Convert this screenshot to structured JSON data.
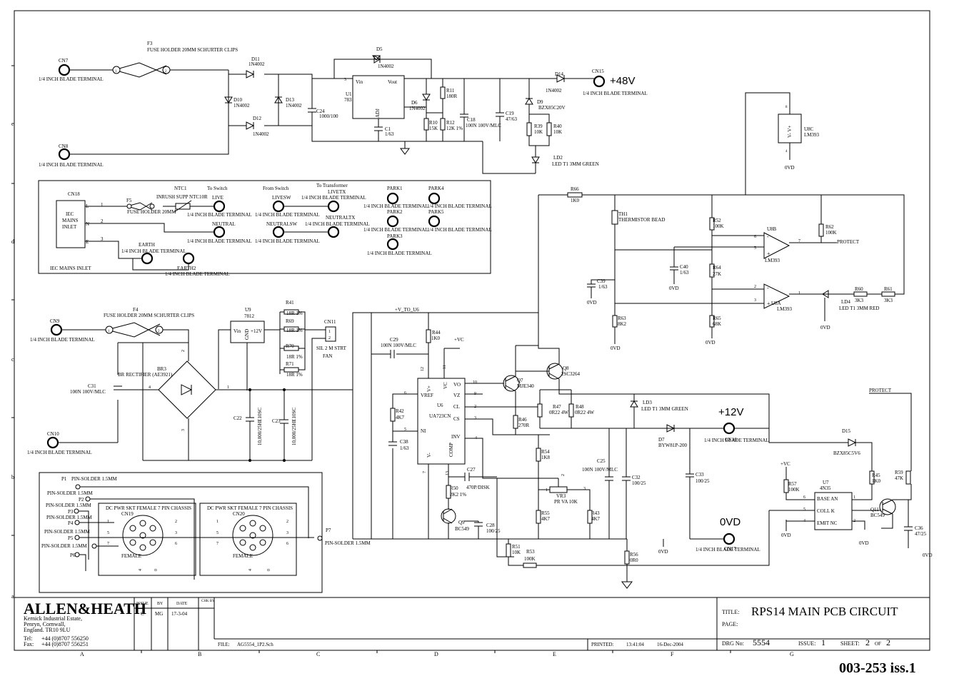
{
  "sheet": {
    "row_labels": [
      "e",
      "d",
      "c",
      "b",
      "a"
    ],
    "col_labels": [
      "A",
      "B",
      "C",
      "D",
      "E",
      "F",
      "G"
    ]
  },
  "terminals": {
    "cn7": {
      "ref": "CN7",
      "desc": "1/4 INCH BLADE TERMINAL"
    },
    "cn8": {
      "ref": "CN8",
      "desc": "1/4 INCH BLADE TERMINAL"
    },
    "cn9": {
      "ref": "CN9",
      "desc": "1/4 INCH BLADE TERMINAL"
    },
    "cn10": {
      "ref": "CN10",
      "desc": "1/4 INCH BLADE TERMINAL"
    },
    "cn15": {
      "ref": "CN15",
      "desc": "1/4 INCH BLADE TERMINAL",
      "rail": "+48V"
    },
    "cn16": {
      "ref": "CN16",
      "desc": "1/4 INCH BLADE TERMINAL",
      "rail": "+12V"
    },
    "cn17": {
      "ref": "CN17",
      "desc": "1/4 INCH BLADE TERMINAL",
      "rail": "0VD"
    }
  },
  "mains_box": {
    "cn18": "CN18",
    "inlet": [
      "IEC",
      "MAINS",
      "INLET"
    ],
    "inlet_caption": "IEC MAINS INLET",
    "pins": [
      "L",
      "N",
      "E",
      "1",
      "2",
      "3"
    ],
    "f5": "F5",
    "f5_desc": "FUSE HOLDER 20MM",
    "ntc1": "NTC1",
    "ntc1_desc": "INRUSH SUPP NTC10R",
    "to_switch": "To Switch",
    "from_switch": "From Switch",
    "to_transformer": "To Transformer",
    "live": "LIVE",
    "neutral": "NEUTRAL",
    "livesw": "LIVESW",
    "neutralsw": "NEUTRALSW",
    "livetx": "LIVETX",
    "neutraltx": "NEUTRALTX",
    "earth": "EARTH",
    "earth2": "EARTH2",
    "park": [
      "PARK1",
      "PARK2",
      "PARK3",
      "PARK4",
      "PARK5"
    ],
    "blade": "1/4 INCH BLADE TERMINAL"
  },
  "labels": {
    "f3": "F3",
    "f3_desc": "FUSE HOLDER 20MM SCHURTER CLIPS",
    "f4": "F4",
    "f4_desc": "FUSE HOLDER 20MM SCHURTER CLIPS",
    "d11": "D11",
    "d10": "D10",
    "d12": "D12",
    "d13": "D13",
    "d5": "D5",
    "d6": "D6",
    "d14": "D14",
    "n4002": "1N4002",
    "c24": "C24",
    "c24v": "1000/100",
    "u1": "U1",
    "u1v": "783",
    "vin": "Vin",
    "vout": "Vout",
    "adj": "ADJ",
    "c1": "C1",
    "c1v": "1/63",
    "r11": "R11",
    "r11v": "180R",
    "r10": "R10",
    "r10v": "15K",
    "r12": "R12",
    "r12v": "12K 1%",
    "c18": "C18",
    "c18v": "100N 100V/MLC",
    "c19": "C19",
    "c19v": "47/63",
    "d9": "D9",
    "d9v": "BZX85C20V",
    "r39": "R39",
    "r39v": "10K",
    "r40": "R40",
    "r40v": "10K",
    "ld2": "LD2",
    "ld2v": "LED T1 3MM GREEN",
    "u8c": "U8C",
    "lm393": "LM393",
    "vneg_vpos": "V-  V+",
    "p8": "8",
    "p4": "4",
    "ovd": "0VD",
    "r66": "R66",
    "r66v": "1K0",
    "th1": "TH1",
    "th1v": "THERMISTOR BEAD",
    "r52": "R52",
    "r52v": "100K",
    "r62": "R62",
    "r62v": "100K",
    "u8b": "U8B",
    "protect": "PROTECT",
    "c40": "C40",
    "c40v": "1/63",
    "c39": "C39",
    "c39v": "1/63",
    "r64": "R64",
    "r64v": "27K",
    "r63": "R63",
    "r63v": "8K2",
    "r65": "R65",
    "r65v": "68K",
    "u8a": "U8A",
    "ld4": "LD4",
    "ld4v": "LED T1 3MM RED",
    "r60": "R60",
    "r60v": "3K3",
    "r61": "R61",
    "r61v": "3K3",
    "u9": "U9",
    "u9v": "7812",
    "gnd": "GND",
    "p12v": "+12V",
    "vin2": "Vin",
    "r41": "R41",
    "r69": "R69",
    "r70": "R70",
    "r71": "R71",
    "r18": "18R 1%",
    "cn11": "CN11",
    "cn11v": "SIL 2 M STRT",
    "fan": "FAN",
    "br3": "BR3",
    "br3v": "BR RECTIFIER (AE3921)",
    "c31": "C31",
    "c31v": "100N 100V/MLC",
    "c22": "C22",
    "c23": "C23",
    "c22v": "10,000/25HE10SC",
    "v_to_u6": "+V_TO_U6",
    "vc": "+VC",
    "r44": "R44",
    "r44v": "1K0",
    "c29": "C29",
    "c29v": "100N 100V/MLC",
    "u6": "U6",
    "u6v": "UA723CN",
    "u6pins": [
      "VREF",
      "NI",
      "INV",
      "COMP",
      "VO",
      "VZ",
      "CL",
      "CS",
      "V+",
      "VC",
      "V-"
    ],
    "r42": "R42",
    "r42v": "4K7",
    "c38": "C38",
    "c38v": "1/63",
    "q7": "Q7",
    "q7v": "MJE340",
    "q8": "Q8",
    "q8v": "2SC3264",
    "r46": "R46",
    "r46v": "270R",
    "r47": "R47",
    "r47v": "0R22 4W",
    "r48": "R48",
    "r48v": "0R22 4W",
    "ld3": "LD3",
    "ld3v": "LED T1 3MM GREEN",
    "d7": "D7",
    "d7v": "BYW81P-200",
    "c27": "C27",
    "c27v": "470P/DISK",
    "r50": "R50",
    "r50v": "2K2 1%",
    "r54": "R54",
    "r54v": "1K8",
    "c25": "C25",
    "c25v": "100N 100V/MLC",
    "c32": "C32",
    "c32v": "100/25",
    "c33": "C33",
    "c33v": "100/25",
    "vr3": "VR3",
    "vr3v": "PR VA 10K",
    "r55": "R55",
    "r55v": "4K7",
    "r43": "R43",
    "r43v": "4K7",
    "q9": "Q9",
    "q9v": "BC549",
    "c28": "C28",
    "c28v": "100/25",
    "r51": "R51",
    "r51v": "10K",
    "r53": "R53",
    "r53v": "100K",
    "r56": "R56",
    "r56v": "0R0",
    "d15": "D15",
    "d15v": "BZX85C5V6",
    "r57": "R57",
    "r57v": "100K",
    "u7": "U7",
    "u7v": "4N35",
    "base_an": "BASE AN",
    "coll_k": "COLL  K",
    "emit_nc": "EMIT  NC",
    "r45": "R45",
    "r45v": "1K0",
    "q11": "Q11",
    "q11v": "BC549",
    "r59": "R59",
    "r59v": "47K",
    "c36": "C36",
    "c36v": "47/25"
  },
  "connector_box": {
    "p1": "P1",
    "p1v": "PIN-SOLDER 1.5MM",
    "pin_solder": "PIN-SOLDER 1.5MM",
    "p_refs": [
      "P2",
      "P3",
      "P4",
      "P5",
      "P6"
    ],
    "p7": "P7",
    "p7v": "PIN-SOLDER 1.5MM",
    "cn19": "CN19",
    "cn20": "CN20",
    "din": "DC PWR SKT FEMALE 7 PIN CHASSIS",
    "female": "FEMALE"
  },
  "title_block": {
    "company": "ALLEN&HEATH",
    "address": [
      "Kernick Industrial Estate,",
      "Penryn, Cornwall,",
      "England. TR10 9LU"
    ],
    "tel_label": "Tel:",
    "tel": "+44 (0)8707 556250",
    "fax_label": "Fax:",
    "fax": "+44 (0)8707 556251",
    "issue_h": "ISSUE",
    "by_h": "BY",
    "date_h": "DATE",
    "chk_h": "CHK BY",
    "issue": "C",
    "by": "MG",
    "date": "17-3-04",
    "file_label": "FILE:",
    "file": "AG5554_1P2.Sch",
    "printed_label": "PRINTED:",
    "printed_time": "13:41:04",
    "printed_date": "16-Dec-2004",
    "title_label": "TITLE:",
    "title": "RPS14 MAIN PCB CIRCUIT",
    "page_label": "PAGE:",
    "drg_label": "DRG No:",
    "drg": "5554",
    "issue_label": "ISSUE:",
    "issue_no": "1",
    "sheet_label": "SHEET:",
    "sheet_no": "2",
    "of_label": "OF",
    "sheet_of": "2",
    "doc_number": "003-253 iss.1"
  }
}
